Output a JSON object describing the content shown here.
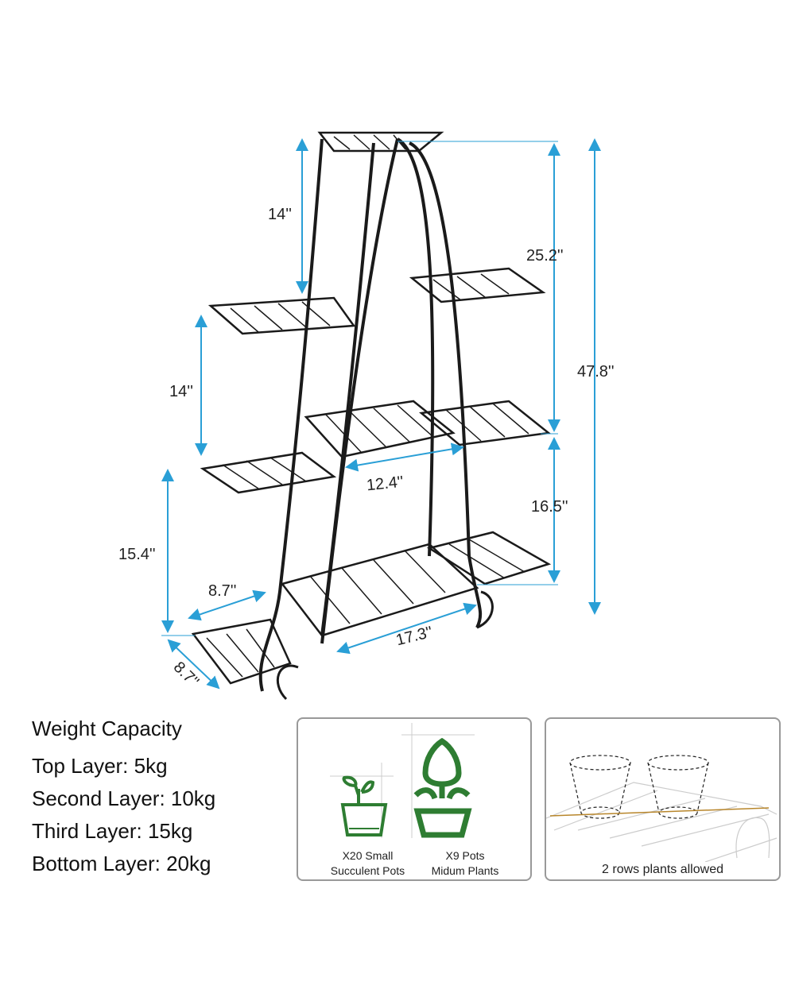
{
  "dimensions": {
    "top_gap": "14''",
    "upper_height": "25.2''",
    "total_height": "47.8''",
    "left_gap": "14''",
    "middle_width": "12.4''",
    "lower_right_height": "16.5''",
    "bottom_left_height": "15.4''",
    "side_shelf_width": "8.7''",
    "bottom_width": "17.3''",
    "side_shelf_depth": "8.7''"
  },
  "weight_capacity": {
    "title": "Weight Capacity",
    "rows": [
      "Top Layer: 5kg",
      "Second Layer: 10kg",
      "Third Layer: 15kg",
      "Bottom Layer: 20kg"
    ]
  },
  "pots_card": {
    "small_caption_1": "X20 Small",
    "small_caption_2": "Succulent Pots",
    "medium_caption_1": "X9 Pots",
    "medium_caption_2": "Midum Plants"
  },
  "rows_card": {
    "caption": "2 rows plants allowed"
  },
  "colors": {
    "dimension": "#2a9fd6",
    "icon": "#2e7d32",
    "frame": "#1a1a1a",
    "arrow": "#b8862b"
  }
}
